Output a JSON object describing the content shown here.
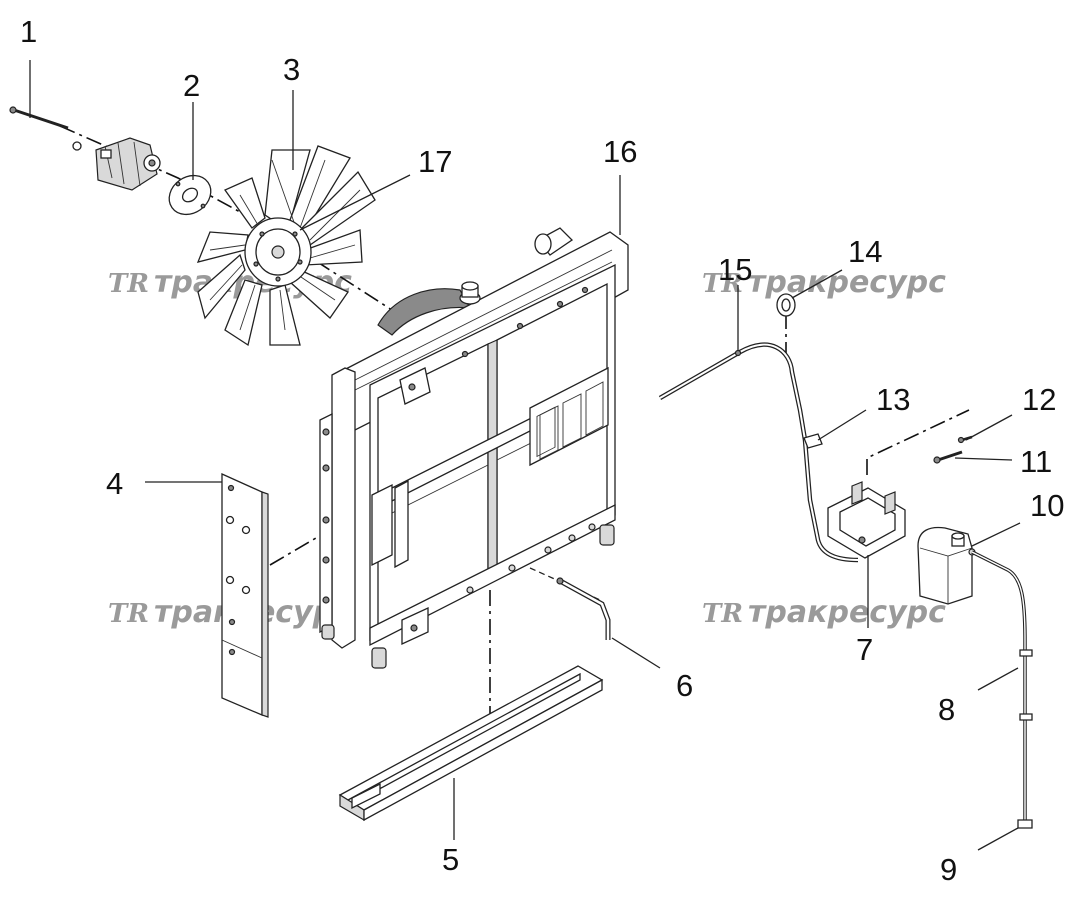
{
  "callouts": [
    "1",
    "2",
    "3",
    "4",
    "5",
    "6",
    "7",
    "8",
    "9",
    "10",
    "11",
    "12",
    "13",
    "14",
    "15",
    "16",
    "17"
  ],
  "watermark": {
    "logo": "TR",
    "text": "тракресурс"
  },
  "colors": {
    "line": "#222222",
    "watermark": "#9a9a9a",
    "background": "#ffffff"
  }
}
